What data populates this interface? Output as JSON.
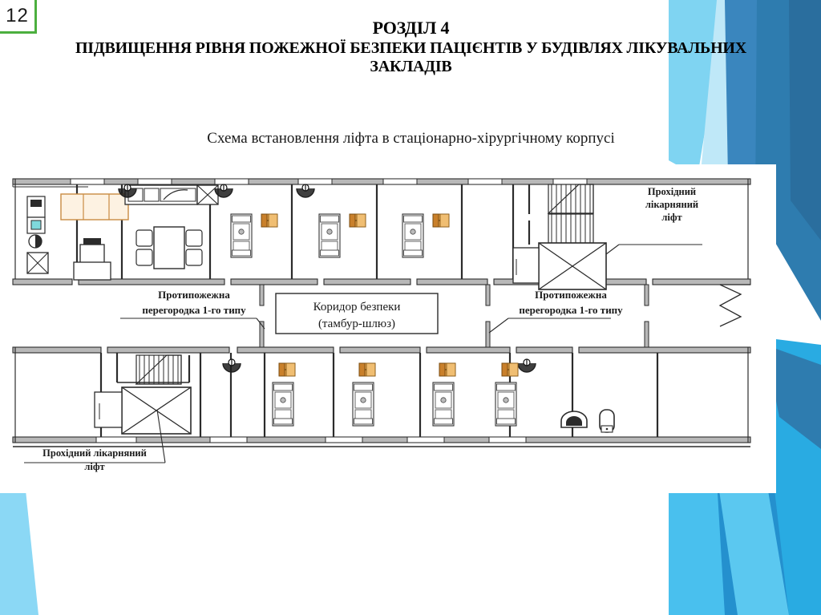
{
  "slide": {
    "number": "12",
    "number_border_color": "#4CAF3F",
    "background_color": "#ffffff"
  },
  "header": {
    "title_main": "РОЗДІЛ 4",
    "title_sub": "ПІДВИЩЕННЯ РІВНЯ ПОЖЕЖНОЇ БЕЗПЕКИ ПАЦІЄНТІВ У БУДІВЛЯХ ЛІКУВАЛЬНИХ ЗАКЛАДІВ",
    "subtitle": "Схема встановлення ліфта в стаціонарно-хірургічному корпусі"
  },
  "decor": {
    "accent_dark_blue": "#2E7CAF",
    "accent_mid_blue": "#29ABE2",
    "accent_light_blue": "#7FD4F2",
    "accent_pale_blue": "#BFE8F8",
    "accent_steel_blue": "#3A86BE"
  },
  "diagram": {
    "type": "floor-plan",
    "description": "Схема встановлення ліфта в стаціонарно-хірургічному корпусі",
    "line_color": "#2b2b2b",
    "wall_fill": "#9e9e9e",
    "furniture_accent": "#d98f3a",
    "labels": [
      {
        "id": "lift-top-right",
        "text": "Прохідний\nлікарняний\nліфт",
        "lines": [
          "Прохідний",
          "лікарняний",
          "ліфт"
        ]
      },
      {
        "id": "partition-left",
        "text": "Протипожежна\nперегородка 1-го типу",
        "lines": [
          "Протипожежна",
          "перегородка 1-го типу"
        ]
      },
      {
        "id": "corridor-safety",
        "text": "Коридор безпеки\n(тамбур-шлюз)",
        "lines": [
          "Коридор безпеки",
          "(тамбур-шлюз)"
        ]
      },
      {
        "id": "partition-right",
        "text": "Протипожежна\nперегородка 1-го типу",
        "lines": [
          "Протипожежна",
          "перегородка 1-го типу"
        ]
      },
      {
        "id": "lift-bottom-left",
        "text": "Прохідний лікарняний\nліфт",
        "lines": [
          "Прохідний лікарняний",
          "ліфт"
        ]
      }
    ],
    "label_text": {
      "lift_top_l1": "Прохідний",
      "lift_top_l2": "лікарняний",
      "lift_top_l3": "ліфт",
      "partition_l1": "Протипожежна",
      "partition_l2": "перегородка 1-го типу",
      "corridor_l1": "Коридор безпеки",
      "corridor_l2": "(тамбур-шлюз)",
      "partition_r1": "Протипожежна",
      "partition_r2": "перегородка 1-го типу",
      "lift_bot_l1": "Прохідний лікарняний",
      "lift_bot_l2": "ліфт"
    },
    "elements": {
      "beds_upper_count": 3,
      "beds_lower_count": 4,
      "cabinets_upper_count": 3,
      "cabinets_lower_count": 4,
      "elevators_count": 2,
      "stairwells_count": 2,
      "table_chairs_count": 4,
      "sinks_count": 1,
      "toilets_count": 1
    }
  }
}
